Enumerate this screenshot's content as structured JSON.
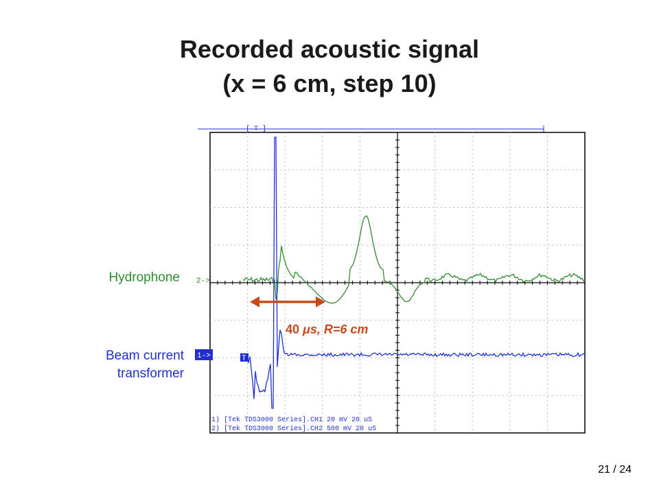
{
  "slide": {
    "title_line1": "Recorded acoustic signal",
    "title_line2": "(x = 6 cm, step 10)",
    "page_number": "21 / 24"
  },
  "labels": {
    "hydrophone": "Hydrophone",
    "beam_line1": "Beam current",
    "beam_line2": "transformer",
    "arrow_annotation_num": "40 ",
    "arrow_annotation_unit": "μs, R=6 cm"
  },
  "scope": {
    "top_marker": "[ T                     ]",
    "ch2_marker": "2->",
    "ch1_marker": "1->",
    "trigger_marker": "T",
    "legend_line1": "1) [Tek TDS3000 Series].CH1  20 mV   20 uS",
    "legend_line2": "2) [Tek TDS3000 Series].CH2  500 mV  20 uS",
    "colors": {
      "hydrophone": "#2e8b2e",
      "beam": "#1f2fd0",
      "arrow": "#c84a1a",
      "grid": "#b0b0b0",
      "frame": "#000000"
    }
  }
}
